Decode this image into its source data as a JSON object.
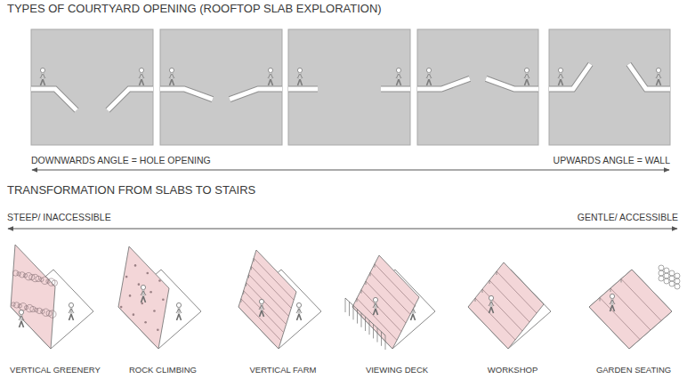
{
  "diagram": {
    "title": "TYPES OF COURTYARD OPENING (ROOFTOP SLAB EXPLORATION)",
    "labels": [
      "DOWNWARDS ANGLE = HOLE OPENING",
      "UPWARDS ANGLE = WALL",
      "TRANSFORMATION FROM SLABS TO STAIRS",
      "STEEP/ INACCESSIBLE",
      "GENTLE/ ACCESSIBLE",
      "VERTICAL GREENERY",
      "ROCK CLIMBING",
      "VERTICAL FARM",
      "VIEWING DECK",
      "WORKSHOP",
      "GARDEN SEATING"
    ]
  }
}
